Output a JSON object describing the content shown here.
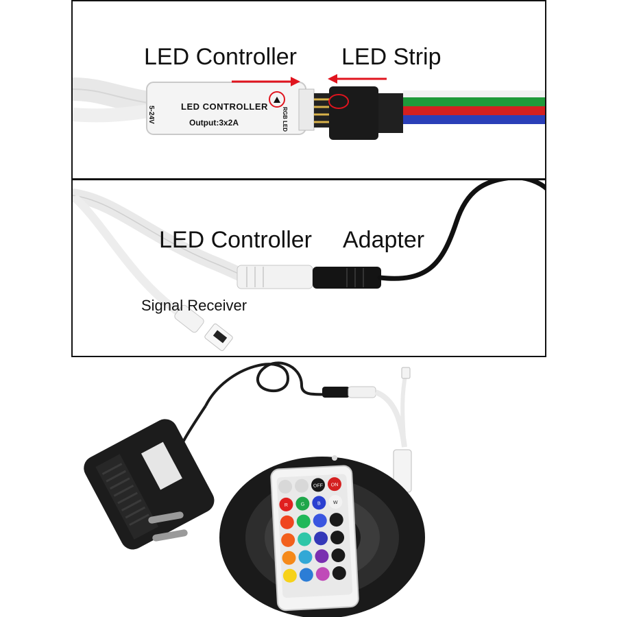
{
  "top_panel": {
    "label_controller": "LED Controller",
    "label_strip": "LED Strip",
    "device_name": "LED CONTROLLER",
    "device_output": "Output:3x2A",
    "device_voltage": "5-24V",
    "device_port": "RGB LED"
  },
  "middle_panel": {
    "label_controller": "LED Controller",
    "label_adapter": "Adapter",
    "label_receiver": "Signal Receiver"
  },
  "remote": {
    "row1": [
      "",
      "",
      "OFF",
      "ON"
    ],
    "row2": [
      "R",
      "G",
      "B",
      "W"
    ]
  },
  "colors": {
    "arrow": "#e0141e",
    "wire_green": "#1f9a3a",
    "wire_red": "#d42020",
    "wire_blue": "#2a3fb8",
    "cable_black": "#111111"
  }
}
